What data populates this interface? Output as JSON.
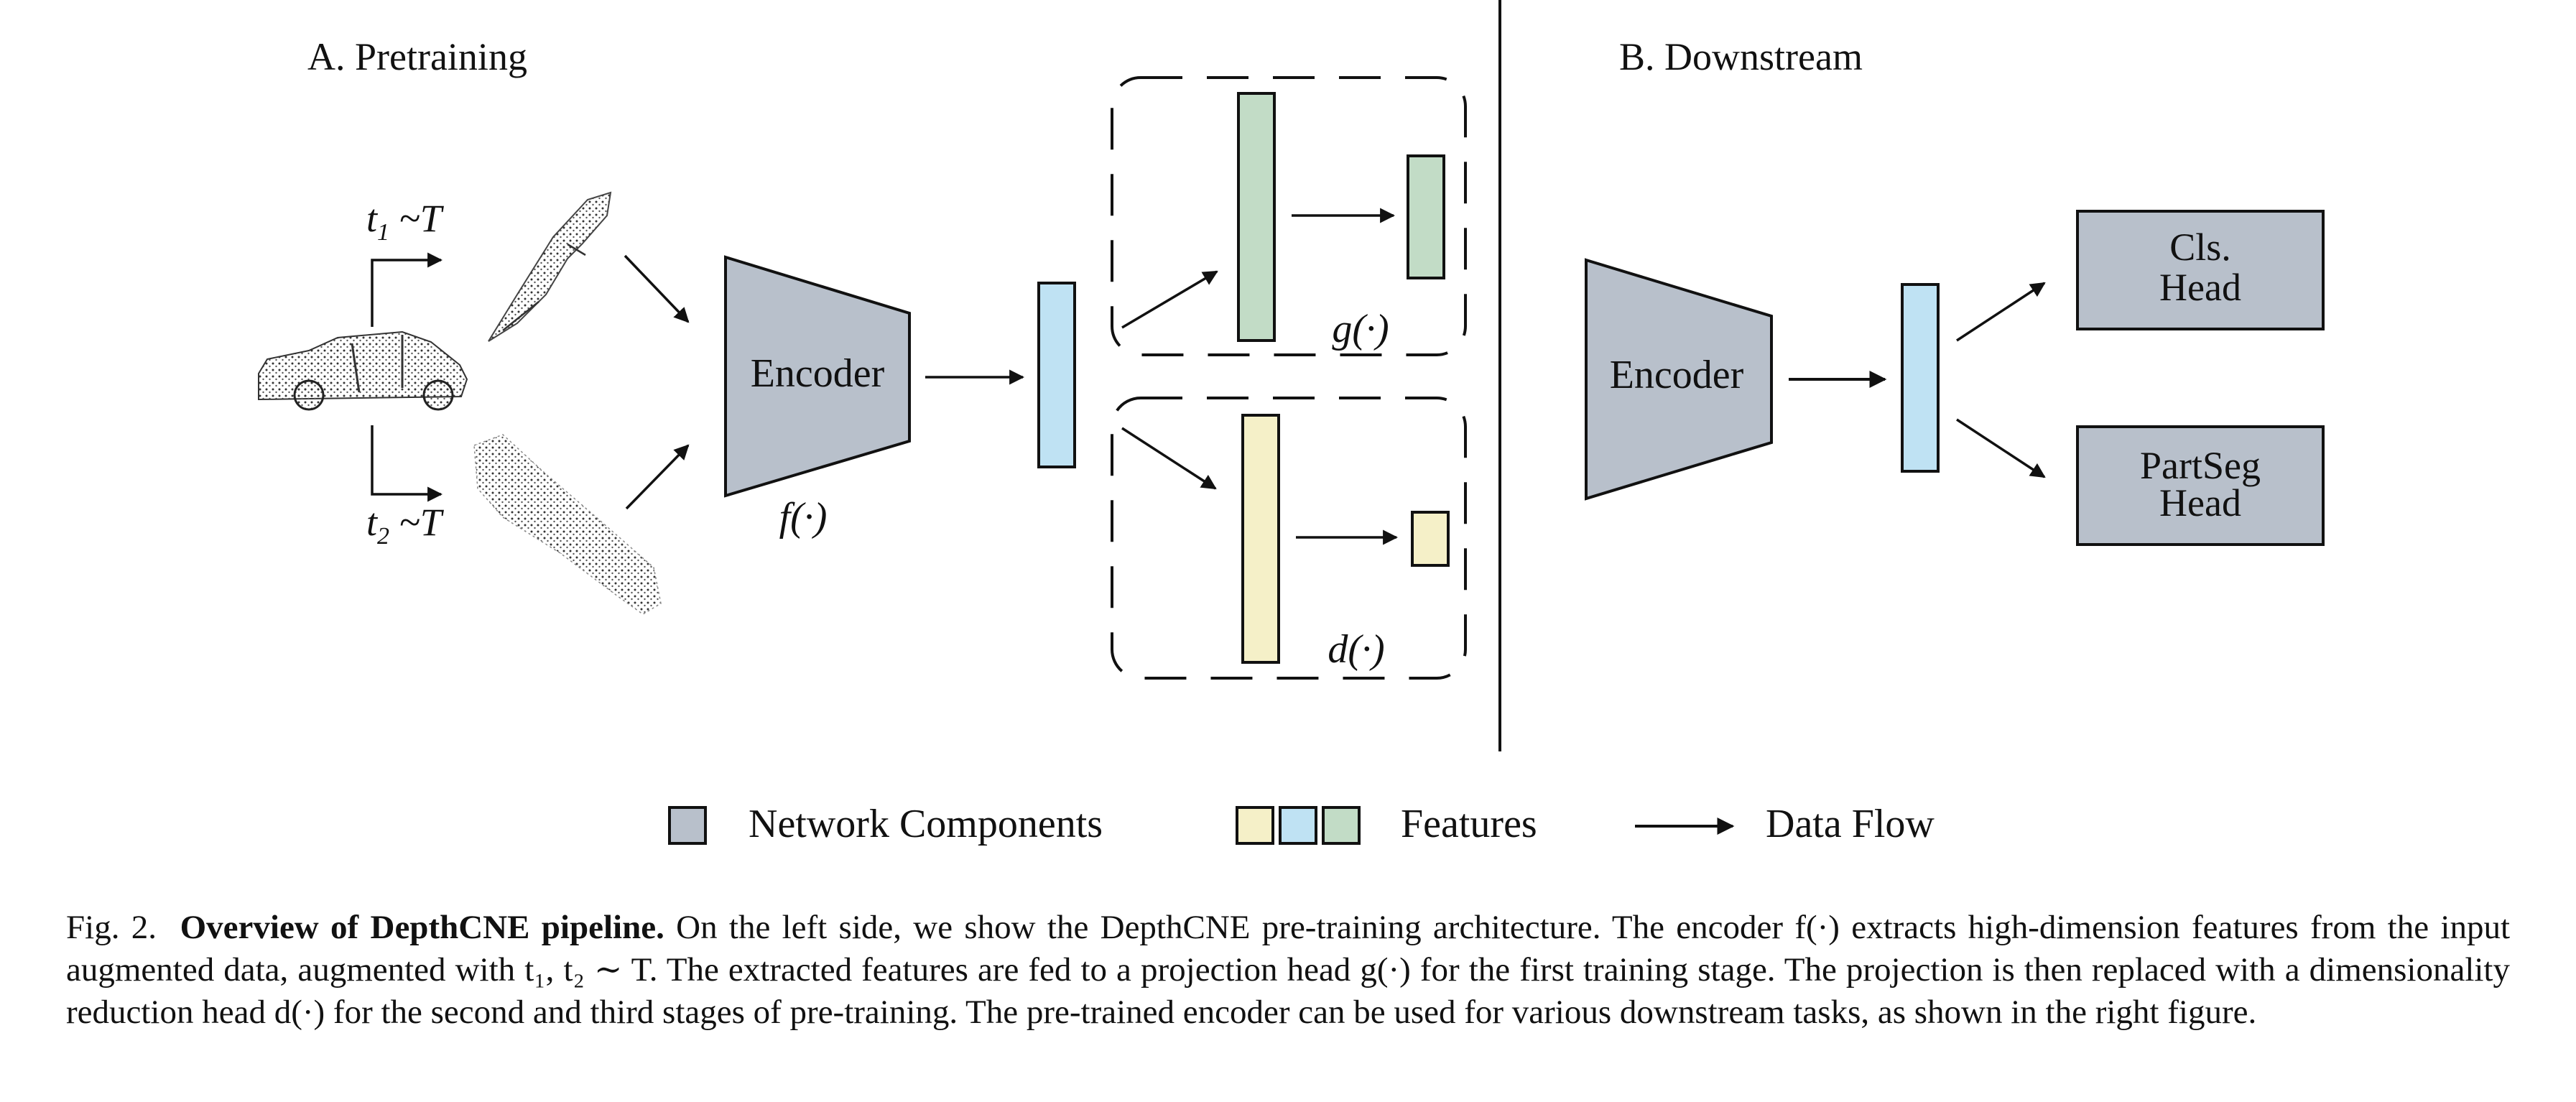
{
  "panel_a": {
    "title": "A. Pretraining",
    "aug1_label": "t",
    "aug1_sub": "1",
    "aug1_rest": " ~T",
    "aug2_label": "t",
    "aug2_sub": "2",
    "aug2_rest": " ~T",
    "encoder_label": "Encoder",
    "encoder_func": "f(·)",
    "proj_head_func": "g(·)",
    "reduce_head_func": "d(·)"
  },
  "panel_b": {
    "title": "B. Downstream",
    "encoder_label": "Encoder",
    "cls_head_line1": "Cls.",
    "cls_head_line2": "Head",
    "partseg_head_line1": "PartSeg",
    "partseg_head_line2": "Head"
  },
  "legend": {
    "network_components": "Network Components",
    "features": "Features",
    "data_flow": "Data Flow"
  },
  "colors": {
    "network": "#b8c0cb",
    "feature_yellow": "#f5f0c8",
    "feature_blue": "#bfe2f3",
    "feature_green": "#c2dcc6",
    "stroke": "#111111"
  },
  "caption": {
    "fig_num": "Fig. 2.",
    "bold": "Overview of DepthCNE pipeline.",
    "text": "On the left side, we show the DepthCNE pre-training architecture. The encoder f(·) extracts high-dimension features from the input augmented data, augmented with t₁, t₂ ∼ T. The extracted features are fed to a projection head g(·) for the first training stage. The projection is then replaced with a dimensionality reduction head d(·) for the second and third stages of pre-training. The pre-trained encoder can be used for various downstream tasks, as shown in the right figure."
  }
}
